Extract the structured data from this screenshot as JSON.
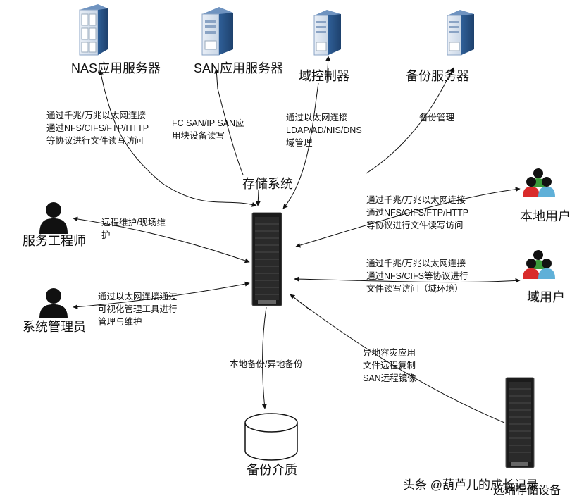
{
  "nodes": {
    "nas_server": "NAS应用服务器",
    "san_server": "SAN应用服务器",
    "domain_controller": "域控制器",
    "backup_server": "备份服务器",
    "storage_system": "存储系统",
    "service_engineer": "服务工程师",
    "sys_admin": "系统管理员",
    "local_users": "本地用户",
    "domain_users": "域用户",
    "backup_media": "备份介质",
    "remote_storage": "远端存储设备"
  },
  "edges": {
    "nas": "通过千兆/万兆以太网连接\n通过NFS/CIFS/FTP/HTTP\n等协议进行文件读写访问",
    "san": "FC SAN/IP SAN应\n用块设备读写",
    "dc": "通过以太网连接\nLDAP/AD/NIS/DNS\n域管理",
    "backup": "备份管理",
    "engineer": "远程维护/现场维\n护",
    "admin": "通过以太网连接通过\n可视化管理工具进行\n管理与维护",
    "local_users": "通过千兆/万兆以太网连接\n通过NFS/CIFS/FTP/HTTP\n等协议进行文件读写访问",
    "domain_users": "通过千兆/万兆以太网连接\n通过NFS/CIFS等协议进行\n文件读写访问（域环境）",
    "local_backup": "本地备份/异地备份",
    "remote": "异地容灾应用\n文件远程复制\nSAN远程镜像"
  },
  "watermark": "头条 @葫芦儿的成长记录"
}
